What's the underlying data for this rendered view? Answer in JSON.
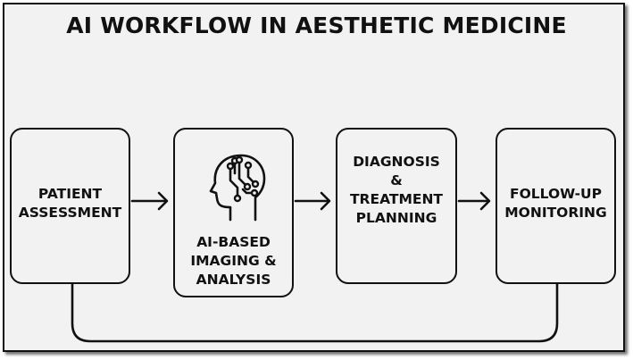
{
  "title": "AI WORKFLOW IN AESTHETIC MEDICINE",
  "steps": [
    {
      "lines": [
        "PATIENT",
        "ASSESSMENT"
      ]
    },
    {
      "lines": [
        "AI-BASED",
        "IMAGING &",
        "ANALYSIS"
      ],
      "icon": "ai-brain-head-icon"
    },
    {
      "lines": [
        "DIAGNOSIS",
        "&",
        "TREATMENT",
        "PLANNING"
      ]
    },
    {
      "lines": [
        "FOLLOW-UP",
        "MONITORING"
      ]
    }
  ],
  "connectors": [
    "arrow-right",
    "arrow-right",
    "arrow-right",
    "feedback-loop"
  ],
  "colors": {
    "stroke": "#111111",
    "background": "#f2f2f2"
  }
}
